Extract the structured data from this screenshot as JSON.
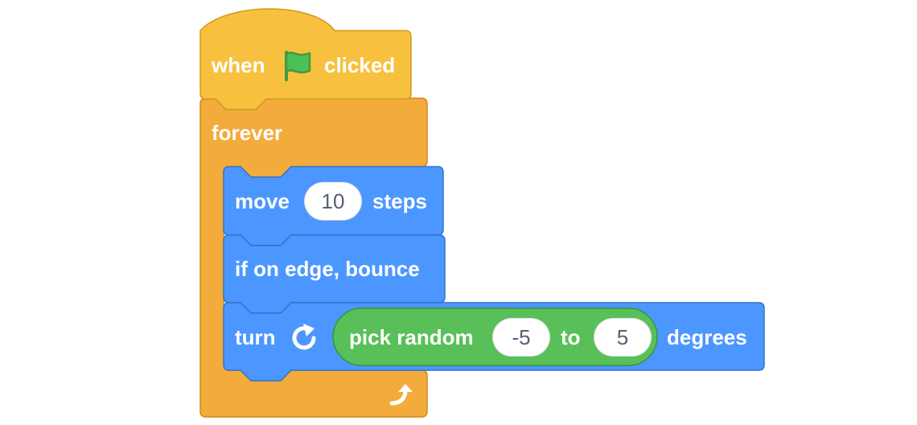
{
  "colors": {
    "events": "#f7c13f",
    "events_border": "#cf9b20",
    "control": "#f3ab3b",
    "control_border": "#cf8b17",
    "motion": "#4c97ff",
    "motion_border": "#3373cc",
    "operators": "#59c059",
    "operators_border": "#389438",
    "flag": "#4cbf56",
    "input_text": "#575e75"
  },
  "hat_block": {
    "label_when": "when",
    "flag_icon": "green-flag-icon",
    "label_clicked": "clicked"
  },
  "forever_block": {
    "label": "forever",
    "loop_icon": "loop-arrow-icon"
  },
  "move_block": {
    "label_move": "move",
    "steps_value": "10",
    "label_steps": "steps"
  },
  "bounce_block": {
    "label": "if on edge, bounce"
  },
  "turn_block": {
    "label_turn": "turn",
    "rotate_icon": "rotate-clockwise-icon",
    "label_degrees": "degrees",
    "random": {
      "label_pick": "pick random",
      "from_value": "-5",
      "label_to": "to",
      "to_value": "5"
    }
  }
}
